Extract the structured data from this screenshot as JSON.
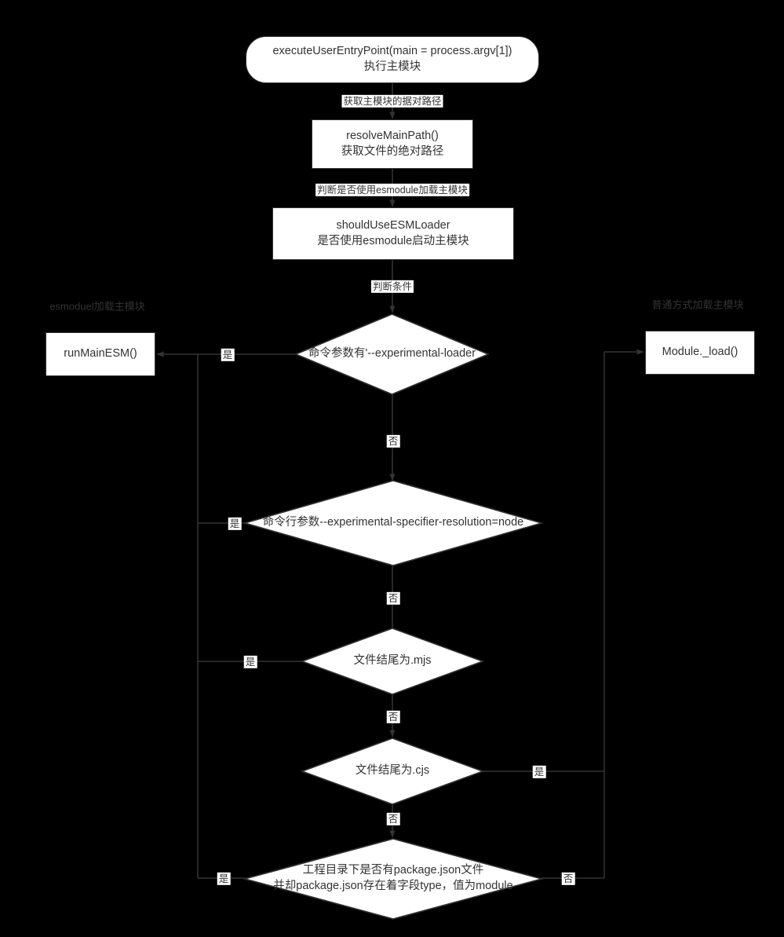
{
  "diagram": {
    "type": "flowchart",
    "direction": "top-down",
    "background": "#000000",
    "node_fill": "#ffffff",
    "node_stroke": "#333333",
    "edge_stroke": "#333333",
    "cluster_label_color": "#333333"
  },
  "clusters": [
    {
      "id": "esm-cluster",
      "label": "esmoduel加载主模块"
    },
    {
      "id": "cjs-cluster",
      "label": "普通方式加载主模块"
    }
  ],
  "nodes": {
    "entry": {
      "shape": "stadium",
      "line1": "executeUserEntryPoint(main = process.argv[1])",
      "line2": "执行主模块",
      "text": "executeUserEntryPoint(main = process.argv[1])\n执行主模块"
    },
    "resolve_main_path": {
      "shape": "rect",
      "line1": "resolveMainPath()",
      "line2": "获取文件的绝对路径",
      "text": "resolveMainPath()\n获取文件的绝对路径"
    },
    "should_use_esm_loader": {
      "shape": "rect",
      "line1": "shouldUseESMLoader",
      "line2": "是否使用esmodule启动主模块",
      "text": "shouldUseESMLoader\n是否使用esmodule启动主模块"
    },
    "run_main_esm": {
      "shape": "rect",
      "text": "runMainESM()"
    },
    "module_load": {
      "shape": "rect",
      "text": "Module._load()"
    },
    "cond_experimental_loader": {
      "shape": "diamond",
      "text": "命令参数有'--experimental-loader"
    },
    "cond_specifier_resolution": {
      "shape": "diamond",
      "text": "命令行参数--experimental-specifier-resolution=node"
    },
    "cond_mjs": {
      "shape": "diamond",
      "text": "文件结尾为.mjs"
    },
    "cond_cjs": {
      "shape": "diamond",
      "text": "文件结尾为.cjs"
    },
    "cond_package_json": {
      "shape": "diamond",
      "line1": "工程目录下是否有package.json文件",
      "line2": "并却package.json存在着字段type，值为module",
      "text": "工程目录下是否有package.json文件\n并却package.json存在着字段type，值为module"
    }
  },
  "edges": [
    {
      "id": "e1",
      "from": "entry",
      "to": "resolve_main_path",
      "label": "获取主模块的据对路径"
    },
    {
      "id": "e2",
      "from": "resolve_main_path",
      "to": "should_use_esm_loader",
      "label": "判断是否使用esmodule加载主模块"
    },
    {
      "id": "e3",
      "from": "should_use_esm_loader",
      "to": "cond_experimental_loader",
      "label": "判断条件"
    },
    {
      "id": "e4",
      "from": "cond_experimental_loader",
      "to": "run_main_esm",
      "label": "是"
    },
    {
      "id": "e5",
      "from": "cond_experimental_loader",
      "to": "cond_specifier_resolution",
      "label": "否"
    },
    {
      "id": "e6",
      "from": "cond_specifier_resolution",
      "to": "run_main_esm",
      "label": "是"
    },
    {
      "id": "e7",
      "from": "cond_specifier_resolution",
      "to": "cond_mjs",
      "label": "否"
    },
    {
      "id": "e8",
      "from": "cond_mjs",
      "to": "run_main_esm",
      "label": "是"
    },
    {
      "id": "e9",
      "from": "cond_mjs",
      "to": "cond_cjs",
      "label": "否"
    },
    {
      "id": "e10",
      "from": "cond_cjs",
      "to": "module_load",
      "label": "是"
    },
    {
      "id": "e11",
      "from": "cond_cjs",
      "to": "cond_package_json",
      "label": "否"
    },
    {
      "id": "e12",
      "from": "cond_package_json",
      "to": "run_main_esm",
      "label": "是"
    },
    {
      "id": "e13",
      "from": "cond_package_json",
      "to": "module_load",
      "label": "否"
    }
  ]
}
